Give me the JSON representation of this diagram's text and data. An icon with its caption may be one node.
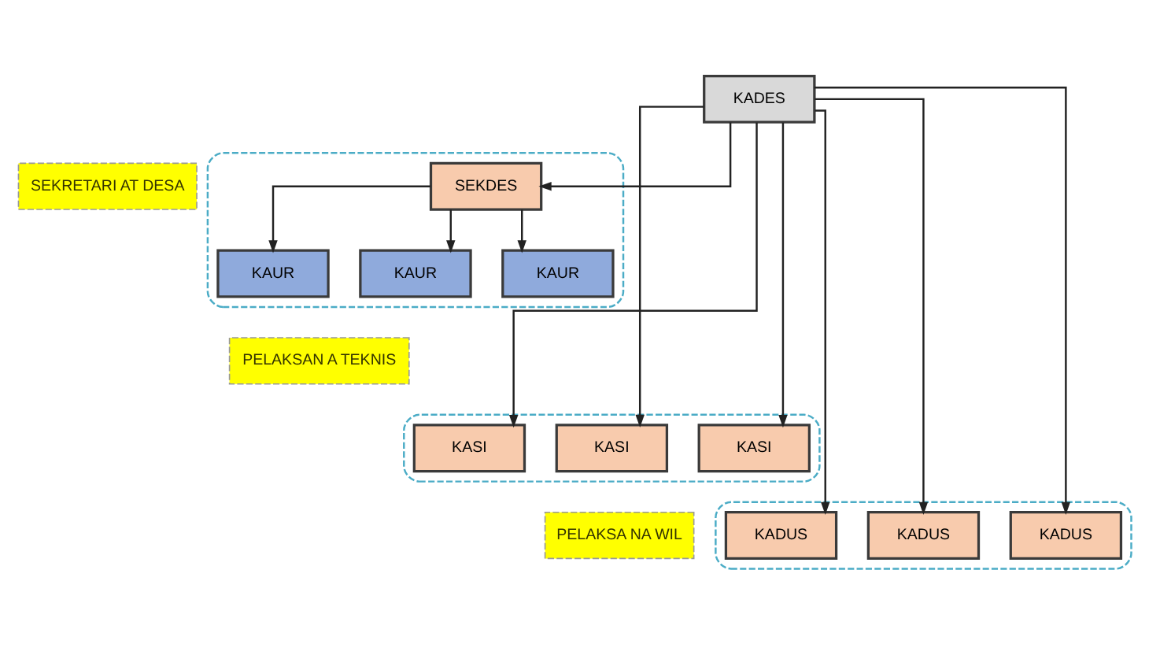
{
  "diagram": {
    "nodes": [
      {
        "text": [
          "KADES"
        ]
      },
      {
        "text": [
          "SEKRETARI AT DESA"
        ]
      },
      {
        "text": [],
        "shape": "ellipse"
      },
      {
        "text": [
          "SEKDES"
        ],
        "in": 2
      },
      {
        "text": [
          "KAUR"
        ],
        "in": 2
      },
      {
        "text": [
          "KAUR"
        ],
        "in": 2
      },
      {
        "text": [
          "KAUR"
        ],
        "in": 2
      },
      {
        "text": [
          "PELAKSAN A TEKNIS"
        ]
      },
      {
        "text": [],
        "shape": "ellipse"
      },
      {
        "text": [
          "KASI"
        ],
        "in": 8
      },
      {
        "text": [
          "KASI"
        ],
        "in": 8
      },
      {
        "text": [
          "KASI"
        ],
        "in": 8
      },
      {
        "text": [],
        "shape": "ellipse"
      },
      {
        "text": [
          "KADUS"
        ],
        "in": 12
      },
      {
        "text": [
          "KADUS"
        ],
        "in": 12
      },
      {
        "text": [
          "KADUS"
        ],
        "in": 12
      },
      {
        "text": [
          "PELAKSA NA WIL"
        ]
      }
    ],
    "edges": [
      {
        "from": 0,
        "to": 3,
        "arrow": "to"
      },
      {
        "from": 3,
        "to": 4,
        "arrow": "to"
      },
      {
        "from": 3,
        "to": 5,
        "arrow": "to"
      },
      {
        "from": 3,
        "to": 6,
        "arrow": "to"
      },
      {
        "from": 0,
        "to": 9,
        "arrow": "to"
      },
      {
        "from": 0,
        "to": 10,
        "arrow": "to"
      },
      {
        "from": 0,
        "to": 11,
        "arrow": "to"
      },
      {
        "from": 0,
        "to": 13,
        "arrow": "to"
      },
      {
        "from": 0,
        "to": 14,
        "arrow": "to"
      },
      {
        "from": 0,
        "to": 15,
        "arrow": "to"
      }
    ]
  }
}
